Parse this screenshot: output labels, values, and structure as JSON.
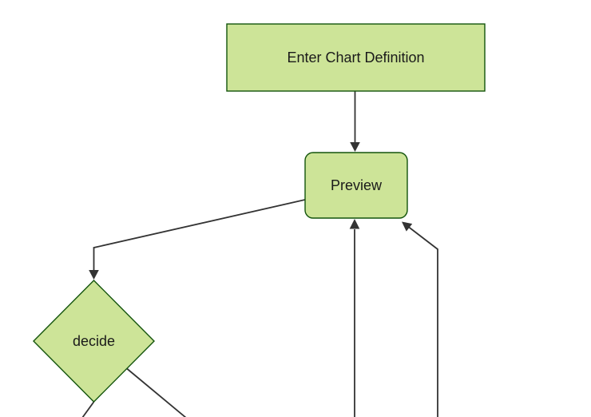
{
  "diagram": {
    "type": "flowchart",
    "direction": "top-down",
    "nodes": [
      {
        "id": "enter-chart-definition",
        "label": "Enter Chart Definition",
        "shape": "rectangle"
      },
      {
        "id": "preview",
        "label": "Preview",
        "shape": "rounded-rectangle"
      },
      {
        "id": "decide",
        "label": "decide",
        "shape": "diamond"
      }
    ],
    "edges": [
      {
        "from": "enter-chart-definition",
        "to": "preview"
      },
      {
        "from": "preview",
        "to": "decide"
      },
      {
        "from": "offscreen-bottom-center",
        "to": "preview"
      },
      {
        "from": "offscreen-bottom-right",
        "to": "preview"
      },
      {
        "from": "decide",
        "to": "offscreen-bottom-left"
      },
      {
        "from": "decide",
        "to": "offscreen-bottom-right"
      }
    ]
  },
  "colors": {
    "background": "#ffffff",
    "node_fill": "#cde498",
    "node_border": "#13540c",
    "edge_line": "#333333",
    "label_text": "#1a1a1a"
  }
}
